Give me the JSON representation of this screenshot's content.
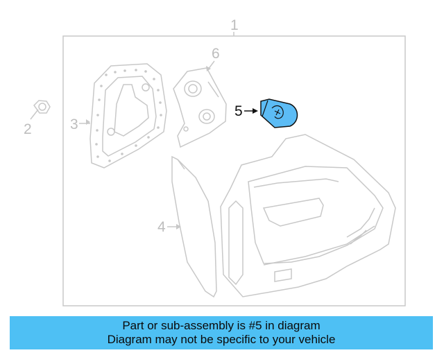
{
  "callouts": {
    "c1": "1",
    "c2": "2",
    "c3": "3",
    "c4": "4",
    "c5": "5",
    "c6": "6"
  },
  "banner": {
    "line1": "Part or sub-assembly is #5 in diagram",
    "line2": "Diagram may not be specific to your vehicle"
  },
  "colors": {
    "banner_bg": "#4ec0f4",
    "highlight_part": "#5cbcf5",
    "outline_gray": "#c8c8c8"
  }
}
